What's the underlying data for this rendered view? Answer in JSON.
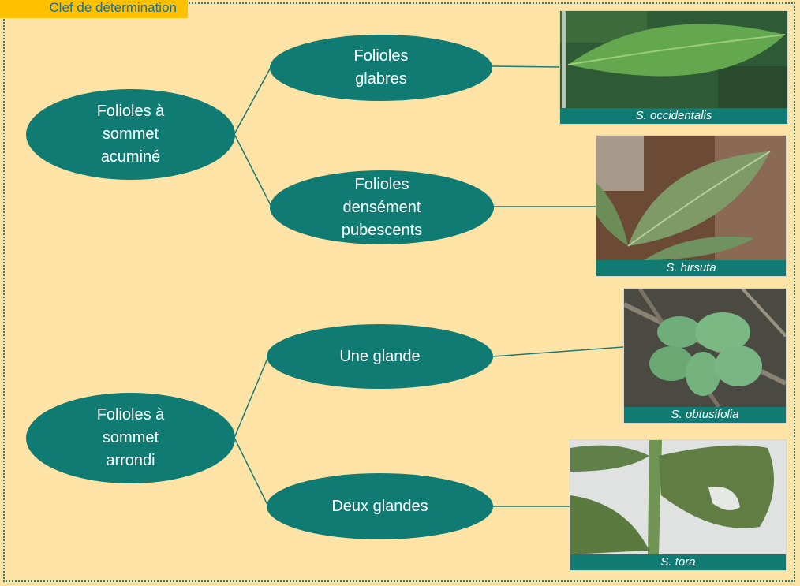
{
  "header_tag": "Clef de détermination",
  "nodes": {
    "acumine": "Folioles à\nsommet\nacuminé",
    "arrondi": "Folioles à\nsommet\narrondi",
    "glabres": "Folioles\nglabres",
    "pubescents": "Folioles\ndensément\npubescents",
    "une_glande": "Une glande",
    "deux_glandes": "Deux glandes"
  },
  "photos": {
    "occidentalis": "S. occidentalis",
    "hirsuta": "S. hirsuta",
    "obtusifolia": "S. obtusifolia",
    "tora": "S. tora"
  }
}
